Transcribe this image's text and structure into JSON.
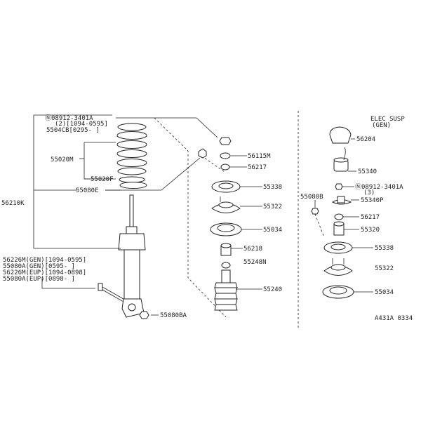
{
  "labels": {
    "bolt_note_1": "Ⓝ08912-3401A",
    "bolt_note_2": "(2)[1094-0595]",
    "bolt_note_3": "5504CB[0295-    ]",
    "spring": "55020M",
    "spring_seat_upper": "55020F",
    "spring_seat_lower": "55080E",
    "strut_assy": "56210K",
    "nut": "56115M",
    "washer": "56217",
    "insulator": "55338",
    "mount": "55322",
    "mount_base": "55034",
    "bushing": "56218",
    "bound_bumper": "55248N",
    "dust_boot": "55240",
    "shock_line_1": "56226M(GEN)[1094-0595]",
    "shock_line_2": "55080A(GEN)[0595-    ]",
    "shock_line_3": "56226M(EUP)[1094-0898]",
    "shock_line_4": "55080A(EUP)[0898-    ]",
    "lower_bolt": "55080BA",
    "elec_title_1": "ELEC SUSP",
    "elec_title_2": "(GEN)",
    "r_actuator_cap": "56204",
    "r_actuator": "55340",
    "r_nut_note_1": "Ⓝ08912-3401A",
    "r_nut_note_2": "(3)",
    "r_bolt": "55080B",
    "r_bracket": "55340P",
    "r_washer": "56217",
    "r_bushing": "55320",
    "r_insulator": "55338",
    "r_mount": "55322",
    "r_mount_base": "55034",
    "diagram_code": "A431A 0334"
  }
}
